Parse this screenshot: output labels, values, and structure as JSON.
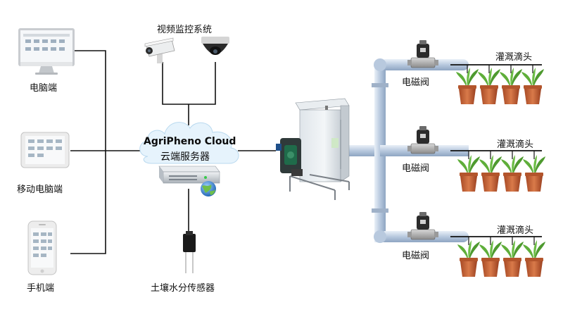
{
  "diagram": {
    "clients": [
      {
        "label": "电脑端"
      },
      {
        "label": "移动电脑端"
      },
      {
        "label": "手机端"
      }
    ],
    "video_system": {
      "label": "视频监控系统"
    },
    "cloud": {
      "title": "AgriPheno Cloud",
      "subtitle": "云端服务器"
    },
    "sensor": {
      "label": "土壤水分传感器"
    },
    "branches": [
      {
        "valve": "电磁阀",
        "drip": "灌溉滴头"
      },
      {
        "valve": "电磁阀",
        "drip": "灌溉滴头"
      },
      {
        "valve": "电磁阀",
        "drip": "灌溉滴头"
      }
    ],
    "colors": {
      "line": "#111111",
      "pipe": "#c9d6e6",
      "pipe_edge": "#8aa0bc",
      "cloud": "#dff0fb",
      "pot": "#c8643a",
      "leaf": "#5fae3a"
    }
  }
}
